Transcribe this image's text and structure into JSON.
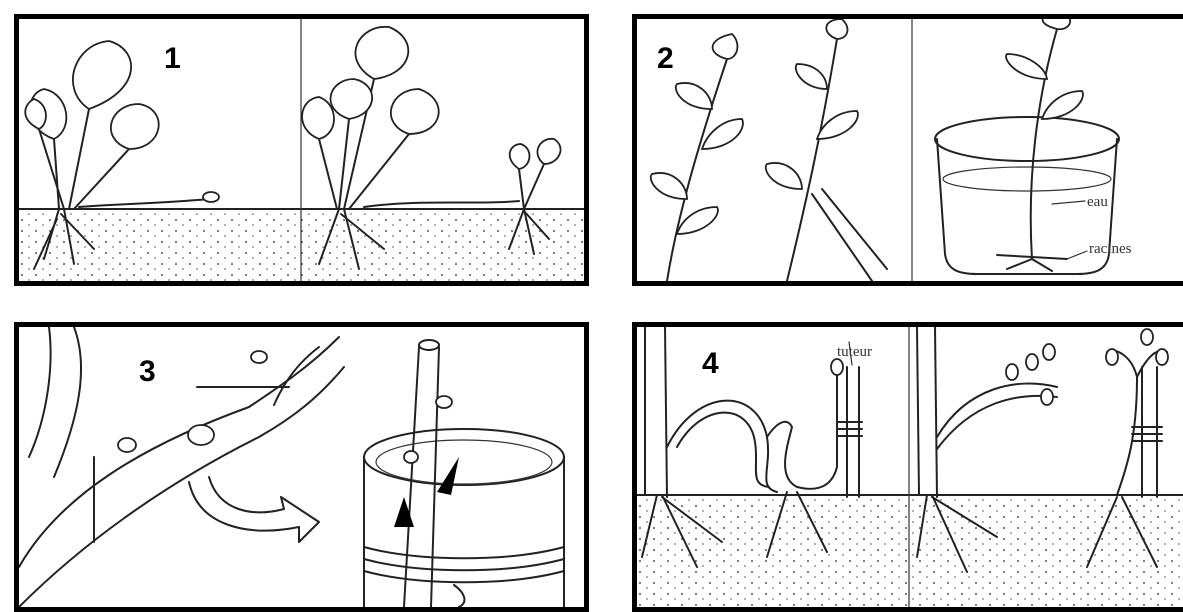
{
  "panels": [
    {
      "number": "1"
    },
    {
      "number": "2",
      "labels": {
        "water": "eau",
        "roots": "racines"
      }
    },
    {
      "number": "3"
    },
    {
      "number": "4",
      "labels": {
        "stake": "tuteur"
      }
    }
  ]
}
